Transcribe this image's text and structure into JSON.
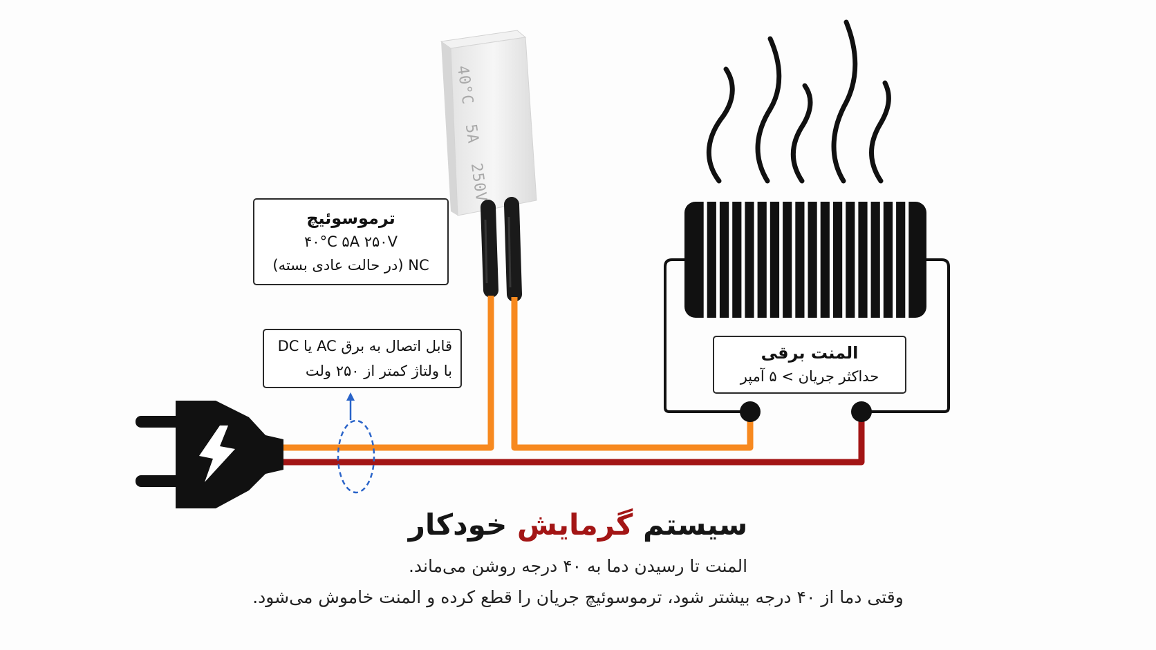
{
  "thermoswitch": {
    "title": "ترموسوئیچ",
    "rating": "۴۰°C  ۵A  ۲۵۰V",
    "state": "NC (در حالت عادی بسته)",
    "device_marking": "40°C  5A  250V"
  },
  "supply": {
    "line1": "قابل اتصال به برق AC یا DC",
    "line2": "با ولتاژ کمتر از ۲۵۰ ولت"
  },
  "heater": {
    "title": "المنت برقی",
    "spec": "حداکثر جریان > ۵ آمپر"
  },
  "title": {
    "part1": "سیستم ",
    "accent": "گرمایش",
    "part2": " خودکار"
  },
  "description": {
    "line1": "المنت تا رسیدن دما به ۴۰ درجه روشن می‌ماند.",
    "line2": "وقتی دما از ۴۰ درجه بیشتر شود، ترموسوئیچ جریان را قطع کرده و المنت خاموش می‌شود."
  },
  "colors": {
    "wire_orange": "#f7891f",
    "wire_red": "#a31515",
    "accent": "#a31515",
    "loop_marker": "#2a64c9",
    "ink": "#111111"
  }
}
